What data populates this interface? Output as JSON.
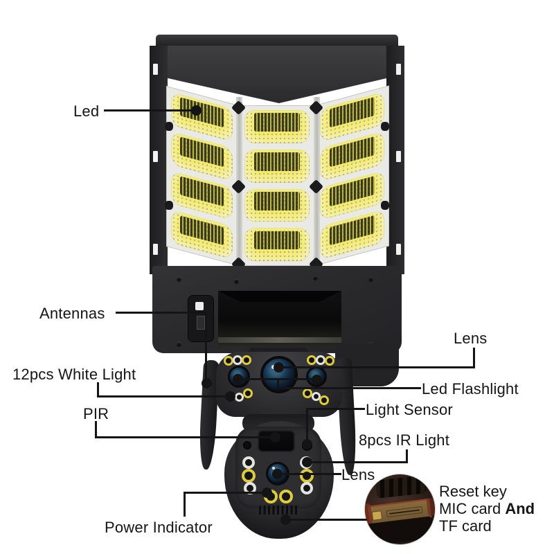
{
  "labels": {
    "led": "Led",
    "antennas": "Antennas",
    "lens_top": "Lens",
    "white_light": "12pcs White Light",
    "led_flashlight": "Led Flashlight",
    "pir": "PIR",
    "light_sensor": "Light Sensor",
    "ir_light": "8pcs IR Light",
    "lens_bottom": "Lens",
    "power_indicator": "Power Indicator",
    "reset": {
      "line1": "Reset key",
      "line2a": "MIC card ",
      "line2b": "And",
      "line3": "TF card"
    }
  },
  "colors": {
    "background": "#ffffff",
    "annotation_line": "#141414",
    "body_dark": "#2b2b2d",
    "panel_white": "#f2f2ef",
    "led_glow_yellow": "#f0e65e",
    "led_ring_yellow": "#decb3e",
    "led_ring_white": "#e4e4e2",
    "lens_blue": "#14314d",
    "inset_board_gold": "#8a6a3c"
  }
}
